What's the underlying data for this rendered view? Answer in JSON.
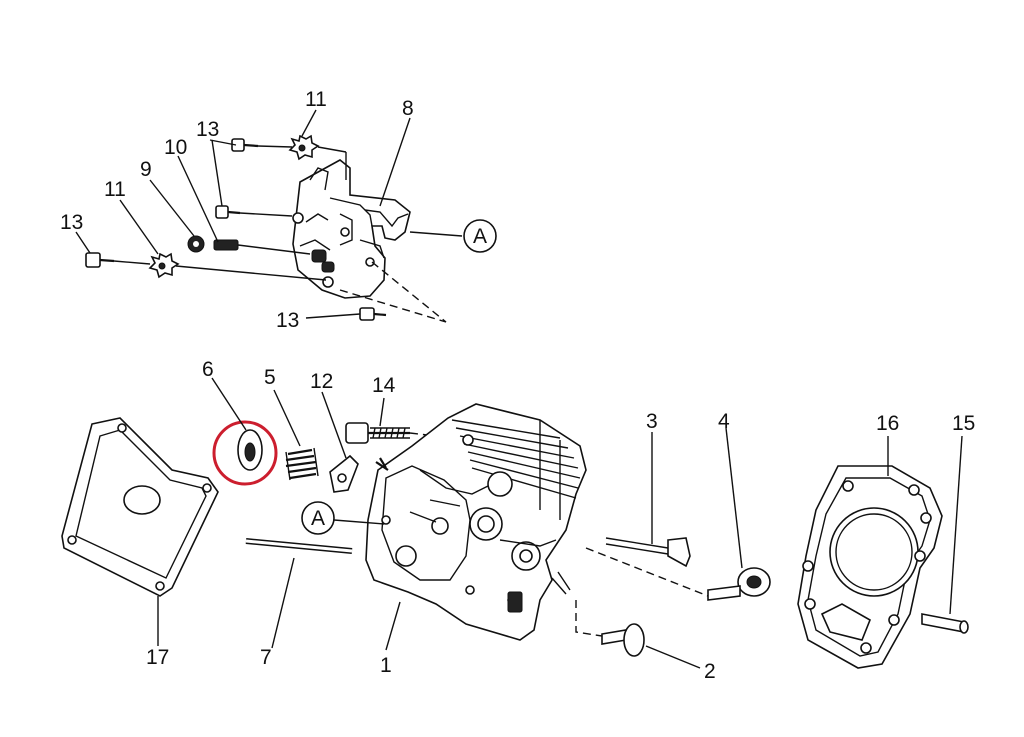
{
  "callouts": {
    "c1": "1",
    "c2": "2",
    "c3": "3",
    "c4": "4",
    "c5": "5",
    "c6": "6",
    "c7": "7",
    "c8": "8",
    "c9": "9",
    "c10": "10",
    "c11a": "11",
    "c11b": "11",
    "c12": "12",
    "c13a": "13",
    "c13b": "13",
    "c13c": "13",
    "c14": "14",
    "c15": "15",
    "c16": "16",
    "c17": "17",
    "refA_top": "A",
    "refA_mid": "A"
  },
  "colors": {
    "highlight": "#cc1e2e",
    "line": "#111111"
  },
  "highlight": {
    "target_part": "6"
  }
}
